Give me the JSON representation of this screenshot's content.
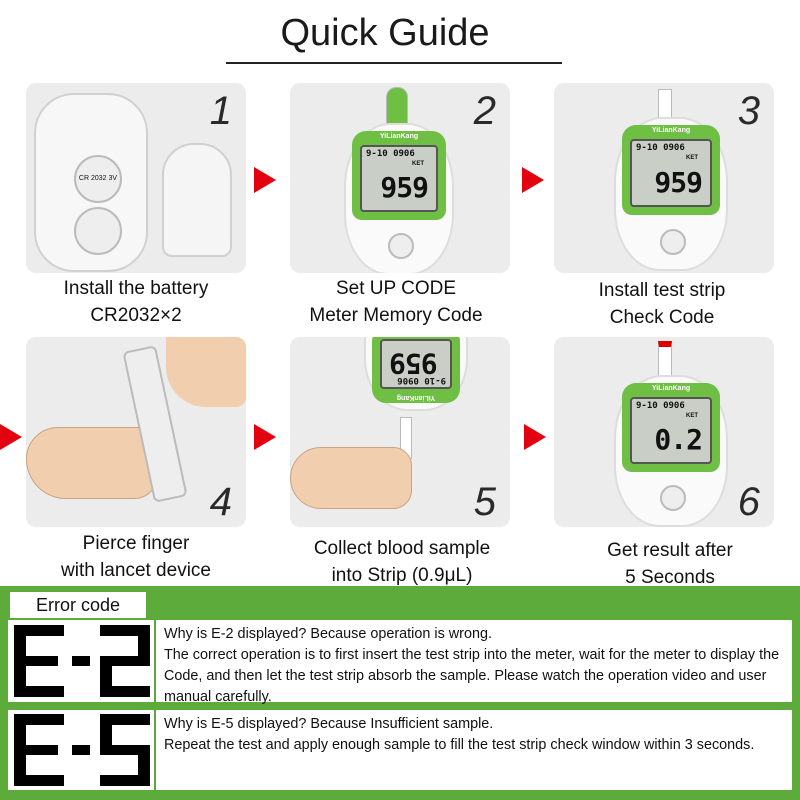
{
  "title": "Quick Guide",
  "steps": [
    {
      "number": "1",
      "caption_line1": "Install the battery",
      "caption_line2": "CR2032×2"
    },
    {
      "number": "2",
      "caption_line1": "Set UP CODE",
      "caption_line2": "Meter Memory Code"
    },
    {
      "number": "3",
      "caption_line1": "Install test strip",
      "caption_line2": "Check Code"
    },
    {
      "number": "4",
      "caption_line1": "Pierce finger",
      "caption_line2": "with lancet device"
    },
    {
      "number": "5",
      "caption_line1": "Collect blood sample",
      "caption_line2": "into Strip (0.9μL)"
    },
    {
      "number": "6",
      "caption_line1": "Get result after",
      "caption_line2": "5 Seconds"
    }
  ],
  "meter": {
    "brand": "YiLianKang",
    "date": "9-10  0906",
    "ket": "KET",
    "reading_code": "959",
    "reading_result": "0.2",
    "battery_label": "CR 2032 3V"
  },
  "error_section": {
    "label": "Error code",
    "errors": [
      {
        "code": "E-2",
        "line1": "Why is E-2 displayed?  Because operation is wrong.",
        "line2": "The correct operation is to first insert the test strip into the meter, wait for the meter to display the Code, and then let the test strip absorb the sample. Please watch the operation video and user manual carefully."
      },
      {
        "code": "E-5",
        "line1": "Why is E-5 displayed?  Because Insufficient sample.",
        "line2": "Repeat the test and apply enough sample to fill the test strip check window within 3 seconds."
      }
    ]
  },
  "colors": {
    "accent_green": "#5dab3b",
    "arrow_red": "#e3000f",
    "panel_gray": "#ececec"
  }
}
